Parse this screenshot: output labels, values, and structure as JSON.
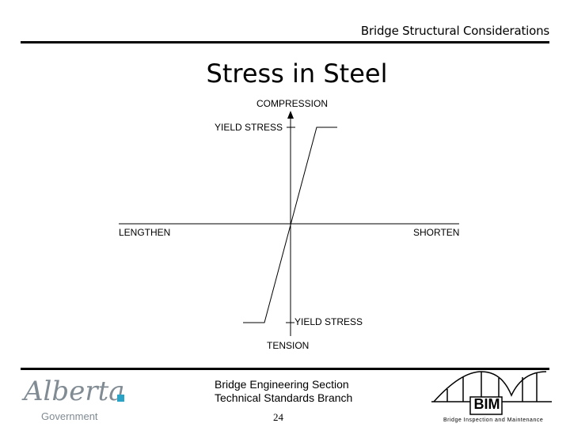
{
  "header": {
    "title": "Bridge Structural Considerations"
  },
  "slide": {
    "title": "Stress in Steel"
  },
  "diagram": {
    "top_label": "COMPRESSION",
    "bottom_label": "TENSION",
    "left_label": "LENGTHEN",
    "right_label": "SHORTEN",
    "yield_top_label": "YIELD STRESS",
    "yield_bottom_label": "YIELD STRESS"
  },
  "footer": {
    "org_line1": "Bridge Engineering Section",
    "org_line2": "Technical Standards Branch",
    "page_number": "24",
    "logo_left_name": "Alberta",
    "logo_left_sub": "Government",
    "logo_right_text": "BIM",
    "logo_right_caption": "Bridge Inspection and Maintenance",
    "colors": {
      "alberta_blue": "#2aa3c6",
      "alberta_gray": "#808b93"
    }
  }
}
